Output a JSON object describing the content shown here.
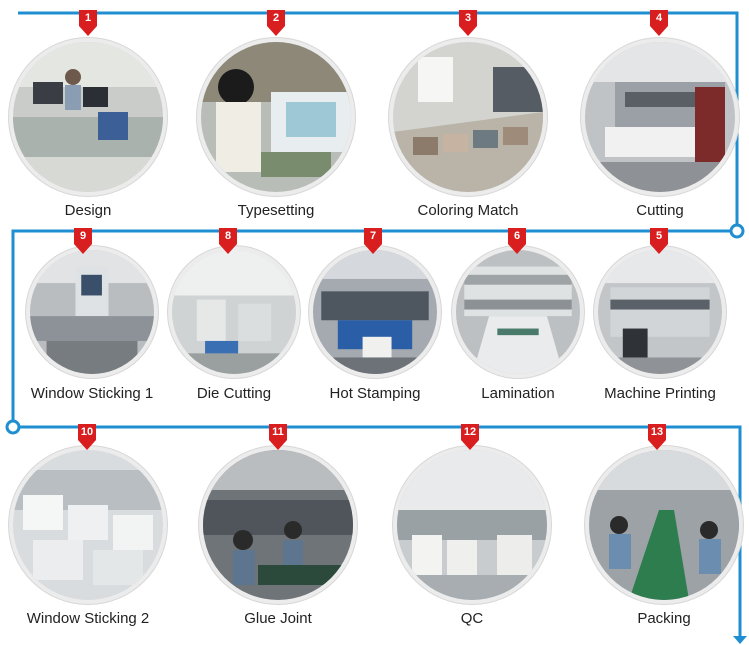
{
  "colors": {
    "flow_line": "#1f8fd1",
    "badge": "#d81e1e",
    "badge_text": "#ffffff"
  },
  "steps": [
    {
      "number": "1",
      "label": "Design",
      "icon": "office-desks-photo"
    },
    {
      "number": "2",
      "label": "Typesetting",
      "icon": "worker-at-layout-table-photo"
    },
    {
      "number": "3",
      "label": "Coloring Match",
      "icon": "color-swatches-photo"
    },
    {
      "number": "4",
      "label": "Cutting",
      "icon": "cutting-machine-photo"
    },
    {
      "number": "5",
      "label": "Machine Printing",
      "icon": "printing-press-photo"
    },
    {
      "number": "6",
      "label": "Lamination",
      "icon": "laminating-roller-photo"
    },
    {
      "number": "7",
      "label": "Hot Stamping",
      "icon": "hot-stamping-line-photo"
    },
    {
      "number": "8",
      "label": "Die Cutting",
      "icon": "die-cutting-workshop-photo"
    },
    {
      "number": "9",
      "label": "Window Sticking 1",
      "icon": "window-gluing-machine-photo"
    },
    {
      "number": "10",
      "label": "Window Sticking 2",
      "icon": "stacked-boxes-photo"
    },
    {
      "number": "11",
      "label": "Glue Joint",
      "icon": "gluing-workshop-photo"
    },
    {
      "number": "12",
      "label": "QC",
      "icon": "inspection-warehouse-photo"
    },
    {
      "number": "13",
      "label": "Packing",
      "icon": "packing-conveyor-photo"
    }
  ]
}
